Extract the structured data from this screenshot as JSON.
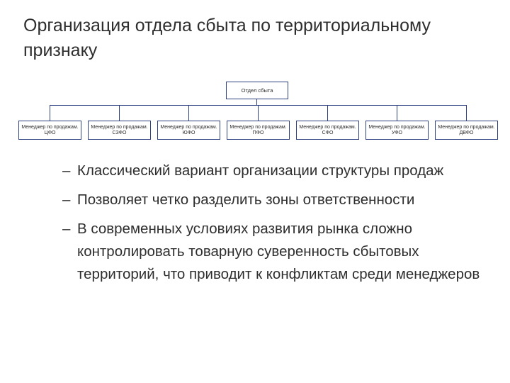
{
  "slide": {
    "title": "Организация отдела сбыта по территориальному признаку"
  },
  "org_chart": {
    "root": "Отдел сбыта",
    "children": [
      "Менеджер по продажам. ЦФО",
      "Менеджер по продажам. СЗФО",
      "Менеджер по продажам. ЮФО",
      "Менеджер по продажам. ПФО",
      "Менеджер по продажам. СФО",
      "Менеджер по продажам. УФО",
      "Менеджер по продажам. ДВФО"
    ],
    "line_color": "#2d3f80"
  },
  "bullets": {
    "dash": "–",
    "items": [
      "Классический вариант организации структуры продаж",
      "Позволяет четко разделить зоны ответственности",
      "В современных условиях развития рынка сложно контролировать товарную суверенность сбытовых территорий, что приводит к конфликтам среди менеджеров"
    ]
  }
}
